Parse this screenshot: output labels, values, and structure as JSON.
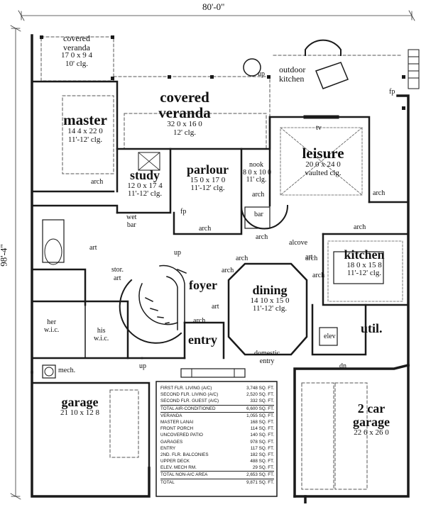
{
  "dimensions": {
    "overall_width": "80'-0\"",
    "overall_depth": "98'-4\""
  },
  "rooms": {
    "covered_veranda_small": {
      "name": "covered\nveranda",
      "size": "17 0 x 9 4",
      "ceiling": "10' clg."
    },
    "master": {
      "name": "master",
      "size": "14 4 x 22 0",
      "ceiling": "11'-12' clg."
    },
    "covered_veranda_main": {
      "name": "covered\nveranda",
      "size": "32 0 x 16 0",
      "ceiling": "12' clg."
    },
    "outdoor_kitchen": {
      "name": "outdoor\nkitchen"
    },
    "leisure": {
      "name": "leisure",
      "size": "20 0 x 24 0",
      "ceiling": "vaulted clg."
    },
    "study": {
      "name": "study",
      "size": "12 0 x 17 4",
      "ceiling": "11'-12' clg."
    },
    "parlour": {
      "name": "parlour",
      "size": "15 0 x 17 0",
      "ceiling": "11'-12' clg."
    },
    "nook": {
      "name": "nook",
      "size": "8 0 x 10 0",
      "ceiling": "11' clg."
    },
    "kitchen": {
      "name": "kitchen",
      "size": "18 0 x 15 8",
      "ceiling": "11'-12' clg."
    },
    "foyer": {
      "name": "foyer"
    },
    "dining": {
      "name": "dining",
      "size": "14 10 x 15 0",
      "ceiling": "11'-12' clg."
    },
    "entry": {
      "name": "entry"
    },
    "util": {
      "name": "util."
    },
    "garage": {
      "name": "garage",
      "size": "21 10 x 12 8"
    },
    "two_car_garage": {
      "name": "2 car\ngarage",
      "size": "22 6 x 26 0"
    },
    "her_wic": {
      "name": "her\nw.i.c."
    },
    "his_wic": {
      "name": "his\nw.i.c."
    },
    "mech": {
      "name": "mech."
    }
  },
  "small_labels": {
    "arch": "arch",
    "art": "art",
    "up": "up",
    "dn": "dn",
    "fp": "fp",
    "tv": "tv",
    "bar": "bar",
    "wet_bar": "wet\nbar",
    "alcove": "alcove",
    "stor": "stor.",
    "elev": "elev",
    "domestic_entry": "domestic\nentry"
  },
  "area_table": [
    {
      "label": "FIRST FLR. LIVING (A/C)",
      "value": "3,748 SQ. FT."
    },
    {
      "label": "SECOND FLR. LIVING (A/C)",
      "value": "2,520 SQ. FT."
    },
    {
      "label": "SECOND FLR. GUEST (A/C)",
      "value": "332 SQ. FT."
    },
    {
      "label": "TOTAL AIR-CONDITIONED",
      "value": "6,600 SQ. FT.",
      "sep": true
    },
    {
      "label": "VERANDA",
      "value": "1,055 SQ. FT.",
      "sep": true
    },
    {
      "label": "MASTER LANAI",
      "value": "168 SQ. FT."
    },
    {
      "label": "FRONT PORCH",
      "value": "114 SQ. FT."
    },
    {
      "label": "UNCOVERED PATIO",
      "value": "140 SQ. FT."
    },
    {
      "label": "GARAGES",
      "value": "978 SQ. FT."
    },
    {
      "label": "ENTRY",
      "value": "117 SQ. FT."
    },
    {
      "label": "2ND. FLR. BALCONIES",
      "value": "182 SQ. FT."
    },
    {
      "label": "UPPER DECK",
      "value": "488 SQ. FT."
    },
    {
      "label": "ELEV. MECH RM.",
      "value": "29 SQ. FT."
    },
    {
      "label": "TOTAL NON-A/C AREA",
      "value": "2,653 SQ. FT.",
      "sep": true
    },
    {
      "label": "TOTAL",
      "value": "9,871 SQ. FT.",
      "sep": true
    }
  ],
  "colors": {
    "wall": "#1a1a1a",
    "line": "#333333",
    "dash": "#555555",
    "paper": "#ffffff"
  }
}
